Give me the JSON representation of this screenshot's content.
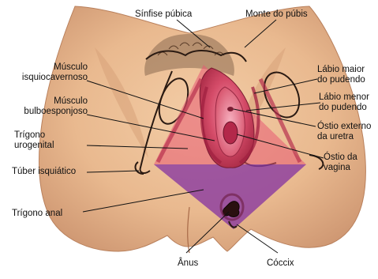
{
  "labels": {
    "sinfise": "Sínfise púbica",
    "monte": "Monte do púbis",
    "musc_isquio": [
      "Músculo",
      "isquiocavernoso"
    ],
    "musc_bulbo": [
      "Músculo",
      "bulboesponjoso"
    ],
    "trigono_uro": [
      "Trígono",
      "urogenital"
    ],
    "tuber": "Túber isquiático",
    "trigono_anal": "Trígono anal",
    "anus": "Ânus",
    "coccix": "Cóccix",
    "labio_maior": [
      "Lábio maior",
      "do pudendo"
    ],
    "labio_menor": [
      "Lábio menor",
      "do pudendo"
    ],
    "ostio_uretra": [
      "Óstio externo",
      "da uretra"
    ],
    "ostio_vagina": [
      "Óstio da",
      "vagina"
    ]
  },
  "colors": {
    "skin": "#e9b98f",
    "skin_shadow": "#c98e66",
    "urogenital_triangle": "#e85a72",
    "anal_triangle": "#8a3aa0",
    "mucosa": "#c2364f",
    "hair": "#6b4a32",
    "leader": "#111111"
  }
}
